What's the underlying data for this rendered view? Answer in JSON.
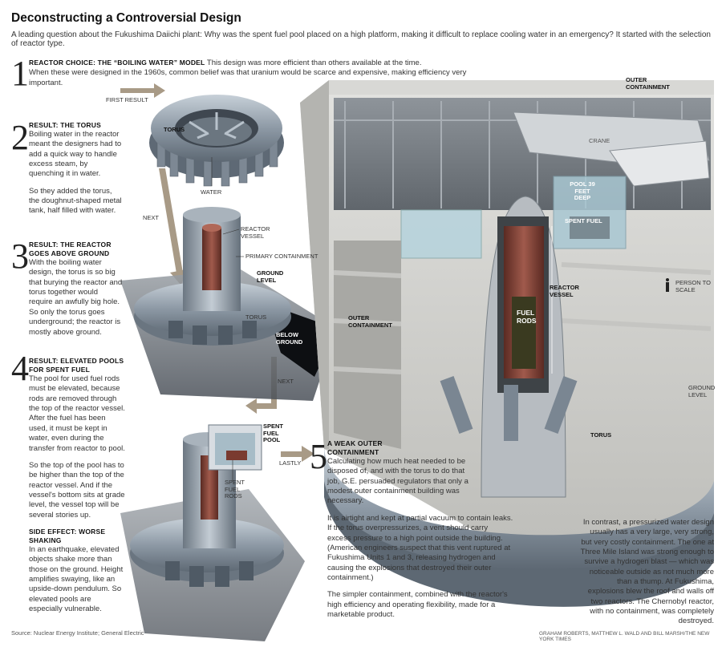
{
  "title": "Deconstructing a Controversial Design",
  "subtitle": "A leading question about the Fukushima Daiichi plant: Why was the spent fuel pool placed on a high platform, making it difficult to replace cooling water in an emergency? It started with the selection of reactor type.",
  "steps": [
    {
      "num": "1",
      "head": "Reactor choice: The “boiling water” model",
      "text": "This design was more efficient than others available at the time.",
      "text2": "When these were designed in the 1960s, common belief was that uranium would be scarce and expensive, making efficiency very important."
    },
    {
      "num": "2",
      "head": "Result: The torus",
      "p1": "Boiling water in the reactor meant the designers had to add a quick way to handle excess steam, by quenching it in water.",
      "p2": "So they added the torus, the doughnut-shaped metal tank, half filled with water."
    },
    {
      "num": "3",
      "head": "Result: The reactor goes above ground",
      "p1": "With the boiling water design, the torus is so big that burying the reactor and torus together would require an awfully big hole. So only the torus goes underground; the reactor is mostly above ground."
    },
    {
      "num": "4",
      "head": "Result: Elevated pools for spent fuel",
      "p1": "The pool for used fuel rods must be elevated, because rods are removed through the top of the reactor vessel. After the fuel has been used, it must be kept in water, even during the transfer from reactor to pool.",
      "p2": "So the top of the pool has to be higher than the top of the reactor vessel. And if the vessel's bottom sits at grade level, the vessel top will be several stories up.",
      "head2": "Side effect: Worse shaking",
      "p3": "In an earthquake, elevated objects shake more than those on the ground. Height amplifies swaying, like an upside-down pendulum. So elevated pools are especially vulnerable."
    },
    {
      "num": "5",
      "head": "A weak outer containment",
      "p1": "Calculating how much heat needed to be disposed of, and with the torus to do that job, G.E. persuaded regulators that only a modest outer containment building was necessary.",
      "p2": "It is airtight and kept at partial vacuum to contain leaks. If the torus overpressurizes, a vent should carry excess pressure to a high point outside the building. (American engineers suspect that this vent ruptured at Fukushima Units 1 and 3, releasing hydrogen and causing the explosions that destroyed their outer containment.)",
      "p3": "The simpler containment, combined with the reactor's high efficiency and operating flexibility, made for a marketable product."
    }
  ],
  "flow": {
    "first_result": "FIRST RESULT",
    "next1": "NEXT",
    "next2": "NEXT",
    "lastly": "LASTLY"
  },
  "labels": {
    "torus": "TORUS",
    "water": "WATER",
    "reactor_vessel": "REACTOR VESSEL",
    "primary_containment": "PRIMARY CONTAINMENT",
    "ground_level": "GROUND LEVEL",
    "torus3": "TORUS",
    "below_ground": "BELOW GROUND",
    "spent_fuel_pool": "SPENT FUEL POOL",
    "spent_fuel_rods": "SPENT FUEL RODS",
    "outer_containment_top": "OUTER CONTAINMENT",
    "crane": "CRANE",
    "pool_depth": "POOL 39 FEET DEEP",
    "spent_fuel": "SPENT FUEL",
    "person_to_scale": "PERSON TO SCALE",
    "reactor_vessel_big": "REACTOR VESSEL",
    "fuel_rods": "FUEL RODS",
    "outer_containment_left": "OUTER CONTAINMENT",
    "ground_level_right": "GROUND LEVEL",
    "torus_big": "TORUS"
  },
  "contrast": "In contrast, a pressurized water design usually has a very large, very strong, but very costly containment. The one at Three Mile Island was strong enough to survive a hydrogen blast — which was noticeable outside as not much more than a thump. At Fukushima, explosions blew the roof and walls off two reactors. The Chernobyl reactor, with no containment, was completely destroyed.",
  "source": "Source: Nuclear Energy Institute; General Electric",
  "credit": "GRAHAM ROBERTS, MATTHEW L. WALD AND BILL MARSH/THE NEW YORK TIMES",
  "colors": {
    "arrow": "#a89a86",
    "steel": "#8a96a2",
    "vessel": "#7a3b30",
    "building": "#c9c9c6"
  }
}
